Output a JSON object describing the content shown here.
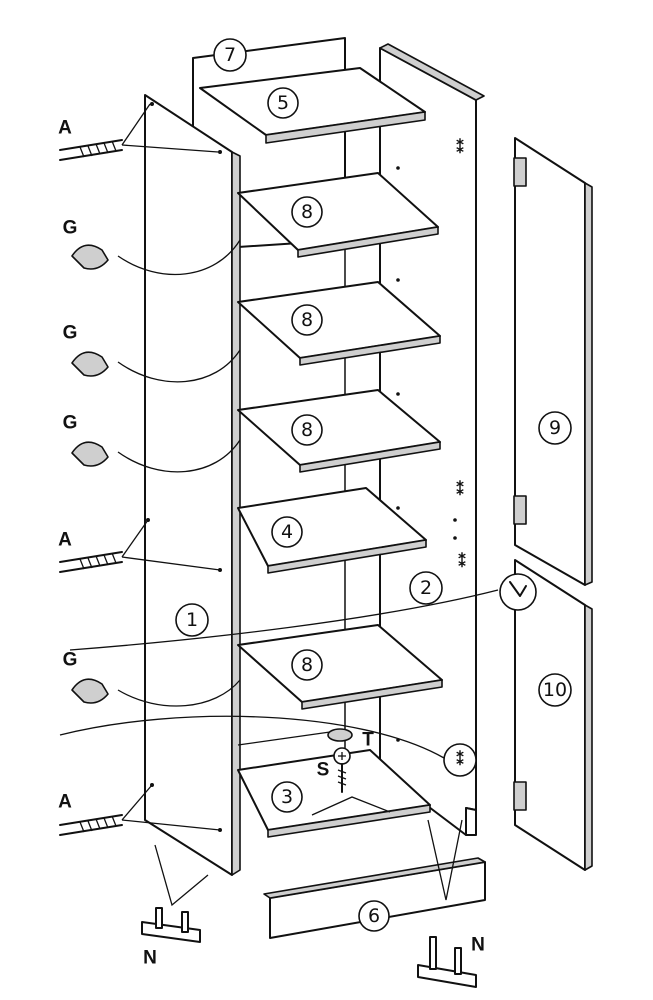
{
  "parts": {
    "p1": "1",
    "p2": "2",
    "p3": "3",
    "p4": "4",
    "p5": "5",
    "p6": "6",
    "p7": "7",
    "p8": "8",
    "p9": "9",
    "p10": "10"
  },
  "hardware": {
    "A": "A",
    "G": "G",
    "N": "N",
    "S": "S",
    "T": "T"
  },
  "colors": {
    "line": "#111111",
    "edge_shade": "#cfcfcf",
    "paper": "#ffffff"
  }
}
